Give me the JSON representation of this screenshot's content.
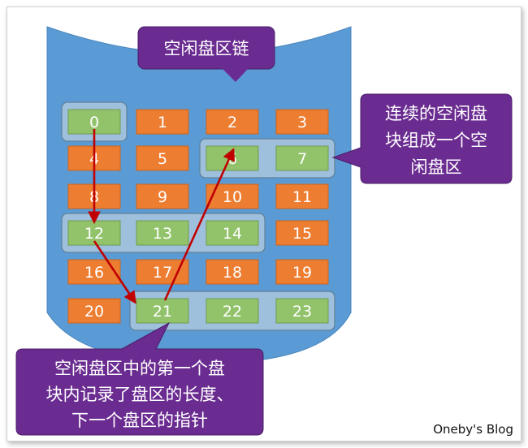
{
  "title_label": "空闲盘区链",
  "blocks": [
    "0",
    "1",
    "2",
    "3",
    "4",
    "5",
    "6",
    "7",
    "8",
    "9",
    "10",
    "11",
    "12",
    "13",
    "14",
    "15",
    "16",
    "17",
    "18",
    "19",
    "20",
    "21",
    "22",
    "23"
  ],
  "free_blocks": [
    0,
    6,
    7,
    12,
    13,
    14,
    21,
    22,
    23
  ],
  "extents": [
    [
      0
    ],
    [
      6,
      7
    ],
    [
      12,
      13,
      14
    ],
    [
      21,
      22,
      23
    ]
  ],
  "chain": [
    0,
    12,
    21,
    6
  ],
  "callout_right_lines": [
    "连续的空闲盘",
    "块组成一个空",
    "闲盘区"
  ],
  "callout_bottom_lines": [
    "空闲盘区中的第一个盘",
    "块内记录了盘区的长度、",
    "下一个盘区的指针"
  ],
  "watermark": "Oneby's Blog",
  "colors": {
    "cylinder": "#5b9bd5",
    "used_block": "#ed7d31",
    "free_block": "#92c36b",
    "group_fill": "#9fc0dd",
    "group_border": "#5f7f98",
    "callout": "#6b2c91",
    "arrow": "#c00000"
  }
}
